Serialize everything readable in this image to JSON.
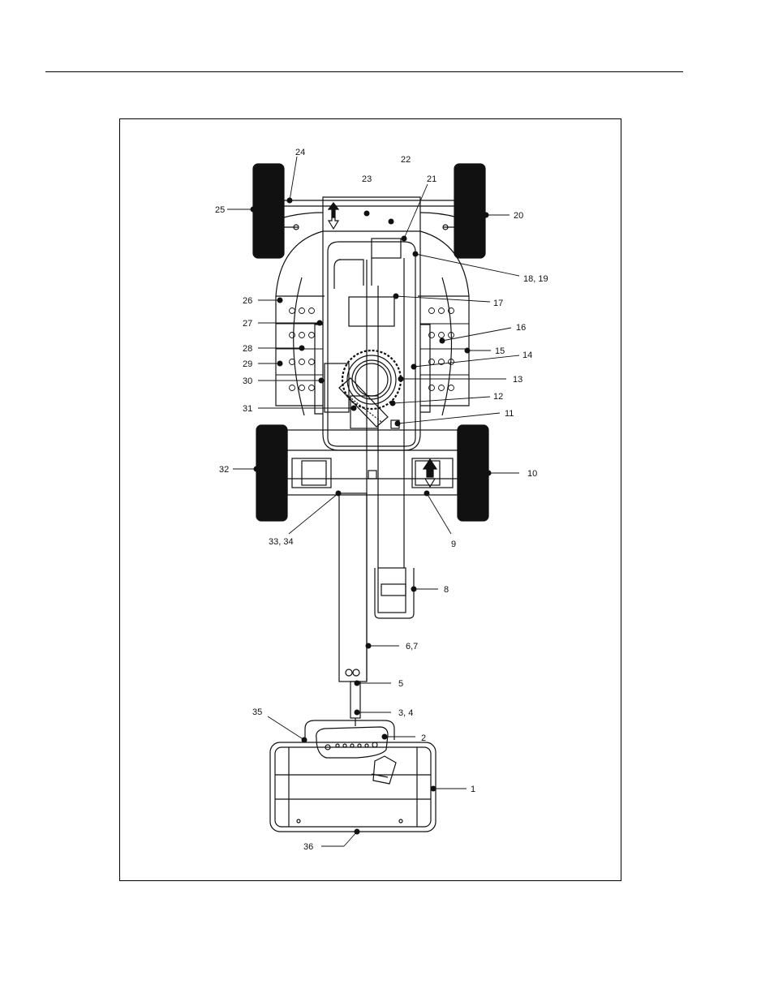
{
  "colors": {
    "ink": "#111111",
    "paper": "#ffffff",
    "tire": "#111111"
  },
  "callouts": [
    {
      "id": "c24",
      "text": "24"
    },
    {
      "id": "c22",
      "text": "22"
    },
    {
      "id": "c23",
      "text": "23"
    },
    {
      "id": "c21",
      "text": "21"
    },
    {
      "id": "c25",
      "text": "25"
    },
    {
      "id": "c20",
      "text": "20"
    },
    {
      "id": "c1819",
      "text": "18, 19"
    },
    {
      "id": "c26",
      "text": "26"
    },
    {
      "id": "c17",
      "text": "17"
    },
    {
      "id": "c27",
      "text": "27"
    },
    {
      "id": "c16",
      "text": "16"
    },
    {
      "id": "c28",
      "text": "28"
    },
    {
      "id": "c15",
      "text": "15"
    },
    {
      "id": "c14",
      "text": "14"
    },
    {
      "id": "c29",
      "text": "29"
    },
    {
      "id": "c30",
      "text": "30"
    },
    {
      "id": "c13",
      "text": "13"
    },
    {
      "id": "c12",
      "text": "12"
    },
    {
      "id": "c31",
      "text": "31"
    },
    {
      "id": "c11",
      "text": "11"
    },
    {
      "id": "c32",
      "text": "32"
    },
    {
      "id": "c10",
      "text": "10"
    },
    {
      "id": "c3334",
      "text": "33, 34"
    },
    {
      "id": "c9",
      "text": "9"
    },
    {
      "id": "c8",
      "text": "8"
    },
    {
      "id": "c67",
      "text": "6,7"
    },
    {
      "id": "c5",
      "text": "5"
    },
    {
      "id": "c35",
      "text": "35"
    },
    {
      "id": "c34b",
      "text": "3, 4"
    },
    {
      "id": "c2",
      "text": "2"
    },
    {
      "id": "c1",
      "text": "1"
    },
    {
      "id": "c36",
      "text": "36"
    }
  ]
}
